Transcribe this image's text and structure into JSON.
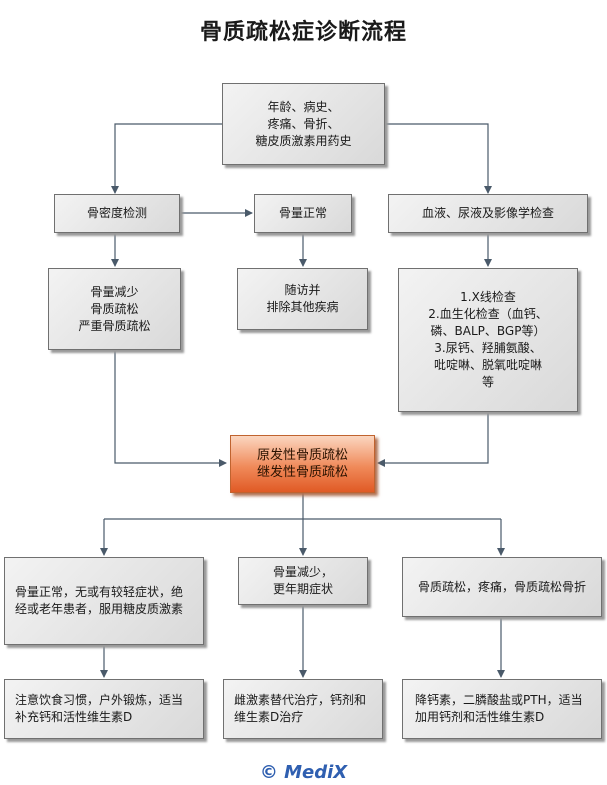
{
  "title": "骨质疏松症诊断流程",
  "nodes": {
    "history": "年龄、病史、\n疼痛、骨折、\n糖皮质激素用药史",
    "bmd": "骨密度检测",
    "normal": "骨量正常",
    "lab": "血液、尿液及影像学检查",
    "low_mass": "骨量减少\n骨质疏松\n严重骨质疏松",
    "followup": "随访并\n排除其他疾病",
    "lab_items": "1.X线检查\n2.血生化检查（血钙、\n磷、BALP、BGP等）\n3.尿钙、羟脯氨酸、\n吡啶啉、脱氧吡啶啉\n等",
    "diagnosis": "原发性骨质疏松\n继发性骨质疏松",
    "cat1": "骨量正常，无或有较轻症状，绝经或老年患者，服用糖皮质激素",
    "cat2": "骨量减少，\n更年期症状",
    "cat3": "骨质疏松，疼痛，骨质疏松骨折",
    "treat1": "注意饮食习惯，户外锻炼，适当补充钙和活性维生素D",
    "treat2": "雌激素替代治疗，钙剂和维生素D治疗",
    "treat3": "降钙素，二膦酸盐或PTH，适当加用钙剂和活性维生素D"
  },
  "watermark": "© MediX",
  "colors": {
    "box_fill": "#e6e6e6",
    "highlight_fill": "#ef7a45",
    "arrow": "#4a5a6a",
    "watermark": "#2f5fb0"
  }
}
